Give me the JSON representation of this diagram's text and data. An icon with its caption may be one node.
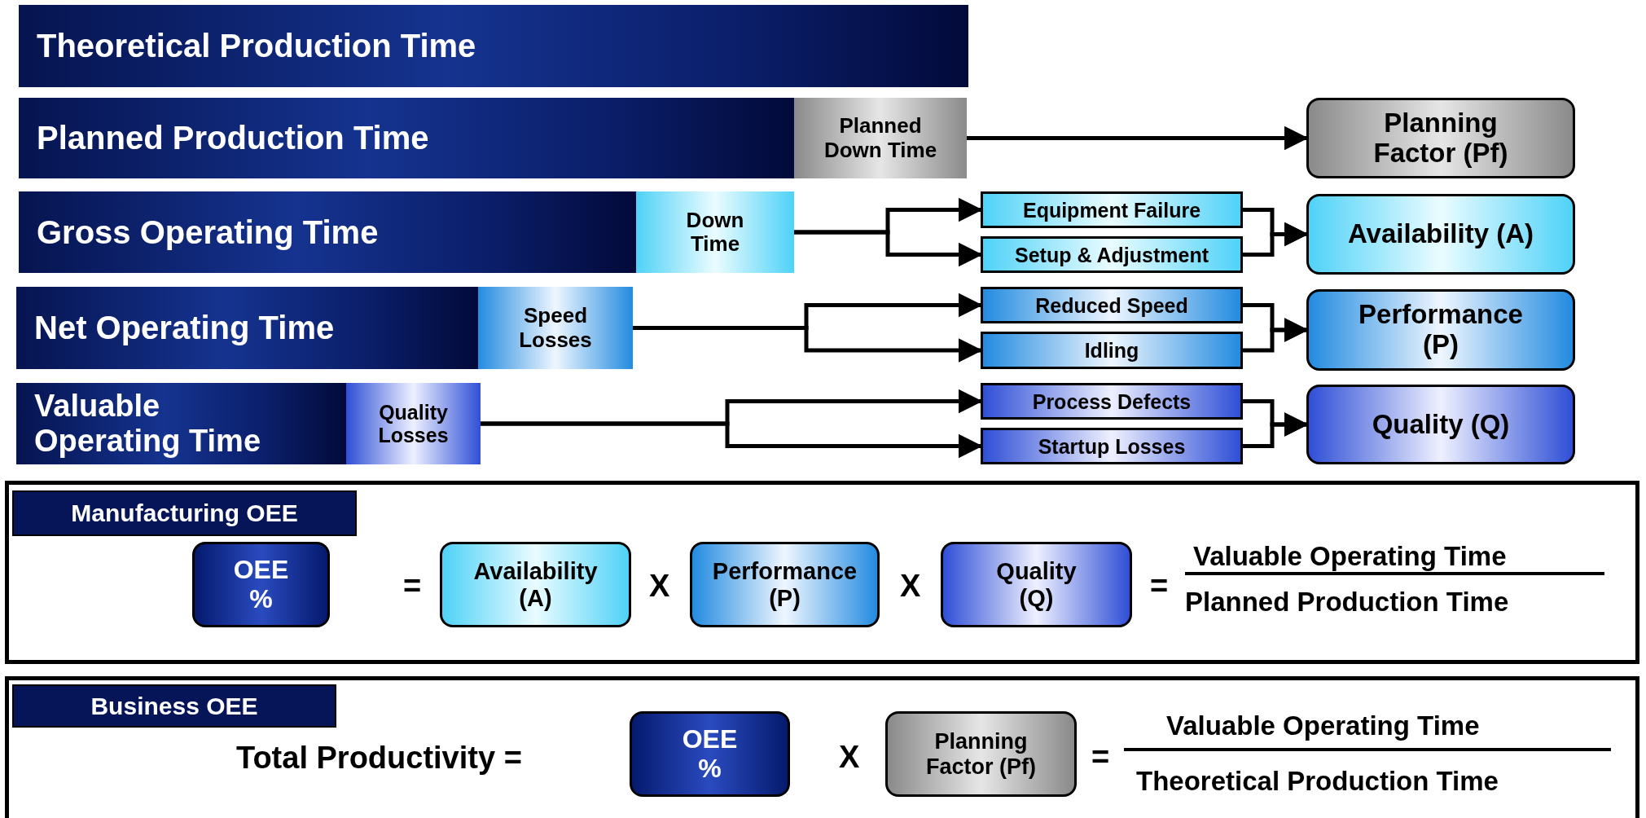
{
  "diagram": {
    "nodes": [
      {
        "text": [
          "Theoretical Production Time"
        ]
      },
      {
        "text": [
          "Planned Production Time"
        ]
      },
      {
        "text": [
          "Planned Down Time"
        ]
      },
      {
        "text": [
          "Planning Factor (Pf)"
        ]
      },
      {
        "text": [
          "Gross Operating Time"
        ]
      },
      {
        "text": [
          "Down Time"
        ]
      },
      {
        "text": [
          "Equipment Failure"
        ]
      },
      {
        "text": [
          "Availability (A)"
        ]
      },
      {
        "text": [
          "Setup & Adjustment"
        ]
      },
      {
        "text": [
          "Net Operating Time"
        ]
      },
      {
        "text": [
          "Speed Losses"
        ]
      },
      {
        "text": [
          "Reduced Speed"
        ]
      },
      {
        "text": [
          "Performance (P)"
        ]
      },
      {
        "text": [
          "Idling"
        ]
      },
      {
        "text": [
          "Valuable Operating Time"
        ]
      },
      {
        "text": [
          "Quality Losses"
        ]
      },
      {
        "text": [
          "Process Defects"
        ]
      },
      {
        "text": [
          "Quality (Q)"
        ]
      },
      {
        "text": [
          "Startup Losses"
        ]
      },
      {
        "text": [],
        "shape": "box"
      },
      {
        "text": [
          "Manufacturing OEE"
        ],
        "in": 19
      },
      {
        "text": [
          "OEE %"
        ],
        "in": 19
      },
      {
        "text": [
          "Availability (A)"
        ],
        "in": 19
      },
      {
        "text": [
          "Performance (P)"
        ],
        "in": 19
      },
      {
        "text": [
          "Quality (Q)"
        ],
        "in": 19
      },
      {
        "text": [],
        "shape": "box"
      },
      {
        "text": [
          "Business OEE"
        ],
        "in": 25
      },
      {
        "text": [
          "OEE %"
        ],
        "in": 25
      },
      {
        "text": [
          "Planning Factor (Pf)"
        ],
        "in": 25
      }
    ],
    "edges": [
      {
        "from": 2,
        "to": 3,
        "arrow": "to"
      },
      {
        "from": 5,
        "to": 6,
        "arrow": "to"
      },
      {
        "from": 5,
        "to": 8,
        "arrow": "to"
      },
      {
        "from": 6,
        "to": 7,
        "arrow": "to"
      },
      {
        "from": 8,
        "to": 7,
        "arrow": "to"
      },
      {
        "from": 10,
        "to": 11,
        "arrow": "to"
      },
      {
        "from": 10,
        "to": 13,
        "arrow": "to"
      },
      {
        "from": 11,
        "to": 12,
        "arrow": "to"
      },
      {
        "from": 13,
        "to": 12,
        "arrow": "to"
      },
      {
        "from": 15,
        "to": 16,
        "arrow": "to"
      },
      {
        "from": 15,
        "to": 18,
        "arrow": "to"
      },
      {
        "from": 16,
        "to": 17,
        "arrow": "to"
      },
      {
        "from": 18,
        "to": 17,
        "arrow": "to"
      }
    ],
    "labels": [
      "=",
      "X",
      "X",
      "=",
      "Valuable Operating Time",
      "Planned Production Time",
      "Total Productivity =",
      "X",
      "=",
      "Valuable Operating Time",
      "Theoretical Production Time"
    ]
  }
}
